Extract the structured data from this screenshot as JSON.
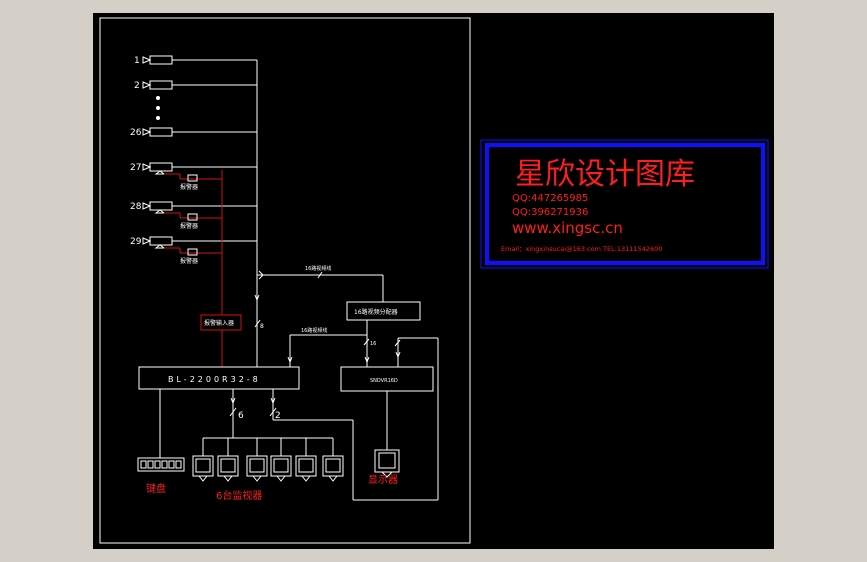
{
  "diagram": {
    "camera_numbers": [
      "1",
      "2",
      "26",
      "27",
      "28",
      "29"
    ],
    "alarm_labels": [
      "报警器",
      "报警器",
      "报警器"
    ],
    "alarm_input_label": "报警输入器",
    "matrix_label": "BL-2200R32-8",
    "dvr_label": "SNDVR16D",
    "distributor_label": "16路视频分配器",
    "video_line_label_1": "16路视频线",
    "video_line_label_2": "16路视频线",
    "cable_counts": [
      "6",
      "2",
      "8",
      "16"
    ],
    "keyboard_label": "键盘",
    "monitors_label": "6台监视器",
    "display_label": "显示器"
  },
  "watermark": {
    "title": "星欣设计图库",
    "qq1": "QQ:447265985",
    "qq2": "QQ:396271936",
    "website": "www.xingsc.cn",
    "contact": "Email：xingxinsucai@163.com    TEL:13111542600"
  },
  "colors": {
    "canvas_bg": "#000000",
    "app_bg": "#d4d0c8",
    "line_white": "#ffffff",
    "line_red": "#d01010",
    "text_red": "#ff1e1e",
    "frame_blue": "#1010ff"
  }
}
